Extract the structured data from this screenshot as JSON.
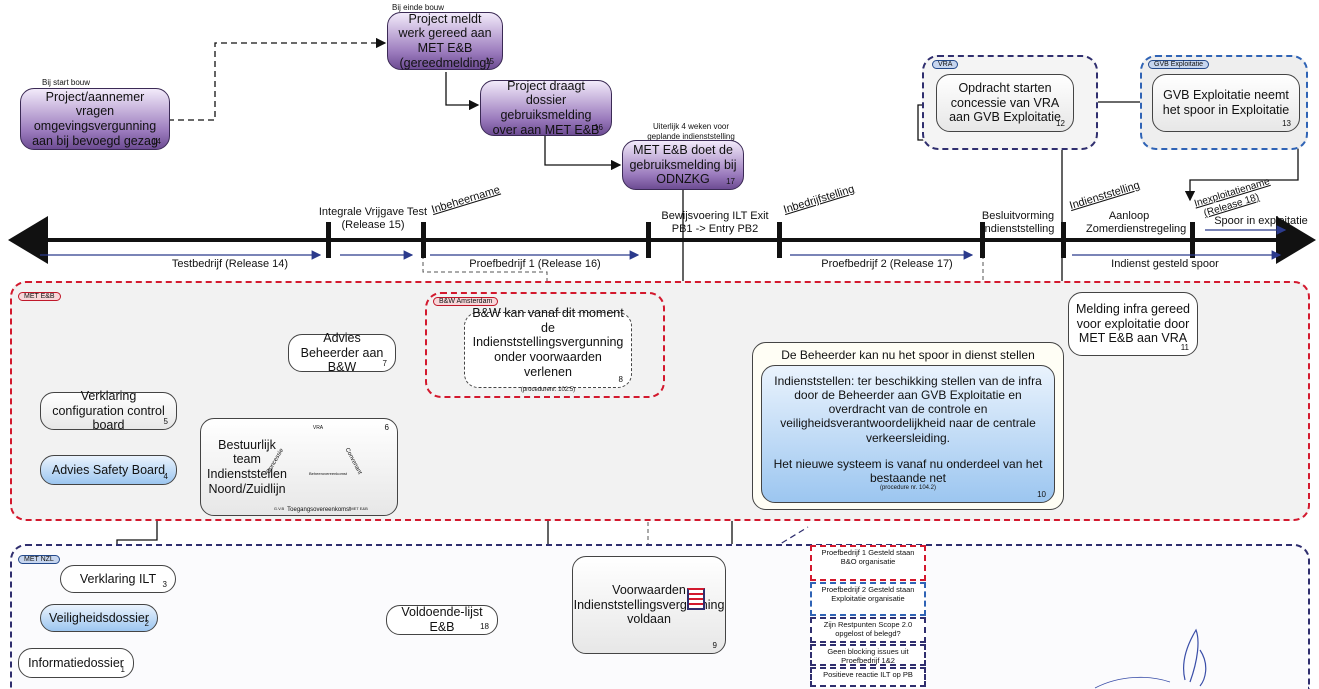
{
  "notes": {
    "start_build": "Bij start bouw",
    "end_build": "Bij einde bouw",
    "four_weeks": "Uiterlijk 4 weken voor geplande indienststelling"
  },
  "boxes": {
    "b14": {
      "text": "Project/aannemer vragen omgevingsvergunning aan bij bevoegd gezag",
      "num": "14"
    },
    "b15": {
      "text": "Project meldt werk gereed aan MET E&B (gereedmelding)",
      "num": "15"
    },
    "b16": {
      "text": "Project draagt dossier gebruiksmelding over aan MET E&B",
      "num": "16"
    },
    "b17": {
      "text": "MET E&B doet de gebruiksmelding bij ODNZKG",
      "num": "17"
    },
    "b12": {
      "text": "Opdracht starten concessie van VRA aan GVB Exploitatie",
      "num": "12"
    },
    "b13": {
      "text": "GVB Exploitatie neemt het spoor in Exploitatie",
      "num": "13"
    },
    "b11": {
      "text": "Melding infra gereed voor exploitatie door MET E&B aan VRA",
      "num": "11"
    },
    "b7": {
      "text": "Advies Beheerder aan B&W",
      "num": "7"
    },
    "b8": {
      "text": "B&W kan vanaf dit moment de Indienststellingsvergunning onder voorwaarden verlenen",
      "sub": "(procedurenr. 102.5)",
      "num": "8"
    },
    "b5": {
      "text": "Verklaring configuration control board",
      "num": "5"
    },
    "b4": {
      "text": "Advies Safety Board",
      "num": "4"
    },
    "b6": {
      "text": "Bestuurlijk team Indienststellen Noord/Zuidlijn",
      "num": "6"
    },
    "b10": {
      "title": "De Beheerder kan nu het spoor in dienst stellen",
      "text": "Indienststellen: ter beschikking stellen van de infra door de Beheerder aan GVB Exploitatie en overdracht van de controle en veiligheidsverantwoordelijkheid naar de centrale verkeersleiding.",
      "text2": "Het nieuwe systeem is vanaf nu onderdeel van het bestaande net",
      "sub": "(procedure nr. 104.2)",
      "num": "10"
    },
    "b3": {
      "text": "Verklaring ILT",
      "num": "3"
    },
    "b2": {
      "text": "Veiligheidsdossier",
      "num": "2"
    },
    "b1": {
      "text": "Informatiedossier",
      "num": "1"
    },
    "b18": {
      "text": "Voldoende-lijst E&B",
      "num": "18"
    },
    "b9": {
      "text": "Voorwaarden Indienststellingsvergunning voldaan",
      "num": "9"
    }
  },
  "triangle": {
    "top": "VRA",
    "left": "Concessie",
    "right": "Convenant",
    "bottom": "Toegangsovereenkomst",
    "center": "Beheerovereenkomst",
    "bl": "G.V.B",
    "br": "MET E&B"
  },
  "tags": {
    "vra": "VRA",
    "gvb": "GVB Exploitatie",
    "meteb": "MET E&B",
    "bw": "B&W Amsterdam",
    "metnzl": "MET NZL"
  },
  "timeline": {
    "milestones": [
      {
        "label": "Integrale Vrijgave Test (Release 15)"
      },
      {
        "label": "Inbeheername"
      },
      {
        "label": "Bewijsvoering ILT Exit PB1 -> Entry PB2"
      },
      {
        "label": "Inbedrijfstelling"
      },
      {
        "label": "Besluitvorming Indienststelling"
      },
      {
        "label": "Indienststelling"
      },
      {
        "label": "Aanloop Zomerdienstregeling"
      },
      {
        "label": "Inexploitatiename (Release 18)"
      },
      {
        "label": "Spoor in exploitatie"
      }
    ],
    "phases": [
      {
        "label": "Testbedrijf (Release 14)"
      },
      {
        "label": "Proefbedrijf 1 (Release 16)"
      },
      {
        "label": "Proefbedrijf 2 (Release 17)"
      },
      {
        "label": "Indienst gesteld spoor"
      }
    ]
  },
  "checklist": [
    "Proefbedrijf 1 Gesteld staan B&O organisatie",
    "Proefbedrijf 2 Gesteld staan Exploitatie organisatie",
    "Zijn Restpunten Scope 2.0 opgelost of belegd?",
    "Geen blocking issues uit Proefbedrijf 1&2",
    "Positieve reactie ILT op PB"
  ],
  "colors": {
    "purple": "#7b5aa6",
    "red": "#d3192e",
    "navy": "#2f2e6e",
    "blue": "#2f63b5",
    "timeline": "#1a1a1a"
  }
}
